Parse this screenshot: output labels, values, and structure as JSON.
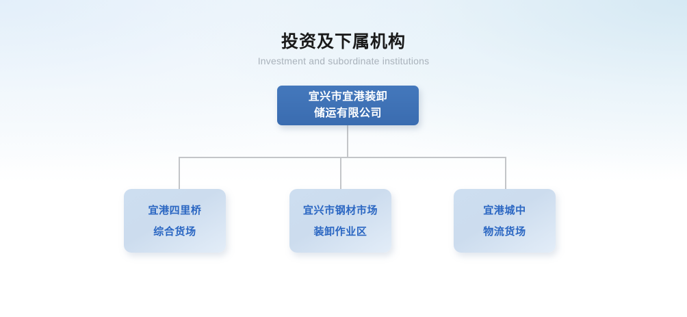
{
  "heading": {
    "title": "投资及下属机构",
    "subtitle": "Investment and subordinate institutions"
  },
  "chart_data": {
    "type": "diagram",
    "diagram_kind": "org-chart",
    "title": "投资及下属机构",
    "subtitle": "Investment and subordinate institutions",
    "root": {
      "id": "root",
      "lines": [
        "宜兴市宜港装卸",
        "储运有限公司"
      ],
      "full_text": "宜兴市宜港装卸储运有限公司",
      "fill": "#3d6fb4",
      "text_color": "#ffffff"
    },
    "children": [
      {
        "id": "child-1",
        "lines": [
          "宜港四里桥",
          "综合货场"
        ],
        "full_text": "宜港四里桥综合货场",
        "fill": "#cddef0",
        "text_color": "#2a66c2"
      },
      {
        "id": "child-2",
        "lines": [
          "宜兴市钢材市场",
          "装卸作业区"
        ],
        "full_text": "宜兴市钢材市场装卸作业区",
        "fill": "#cddef0",
        "text_color": "#2a66c2"
      },
      {
        "id": "child-3",
        "lines": [
          "宜港城中",
          "物流货场"
        ],
        "full_text": "宜港城中物流货场",
        "fill": "#cddef0",
        "text_color": "#2a66c2"
      }
    ],
    "edges": [
      {
        "from": "root",
        "to": "child-1"
      },
      {
        "from": "root",
        "to": "child-2"
      },
      {
        "from": "root",
        "to": "child-3"
      }
    ],
    "colors": {
      "connector": "#c3c5c8",
      "title_text": "#1a1a1a",
      "subtitle_text": "#a9b2bb",
      "background_top": "#eef5fb",
      "background_bottom": "#ffffff"
    }
  }
}
